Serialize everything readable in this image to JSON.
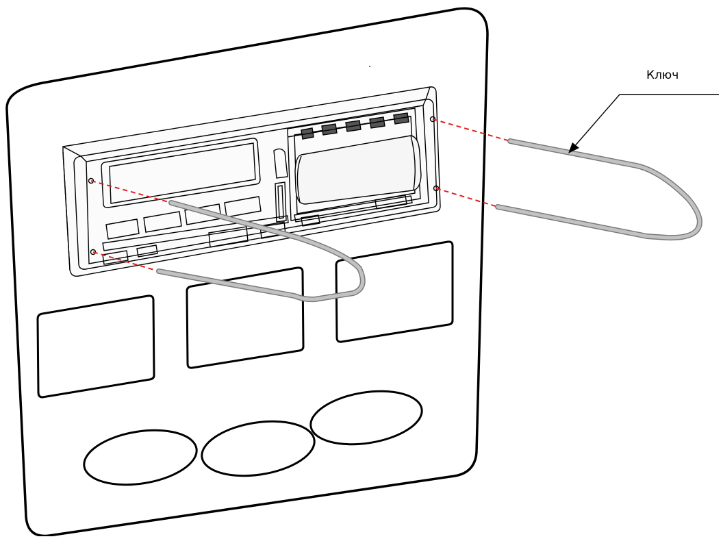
{
  "callout": {
    "label": "Ключ"
  },
  "colors": {
    "outline": "#000000",
    "key_wire_fill": "#b9b9b9",
    "key_wire_edge": "#7a7a7a",
    "guide_line": "#e02020",
    "background": "#ffffff"
  },
  "icons": {
    "panel": "dashboard-panel",
    "device": "tachograph-device",
    "key": "removal-key"
  }
}
